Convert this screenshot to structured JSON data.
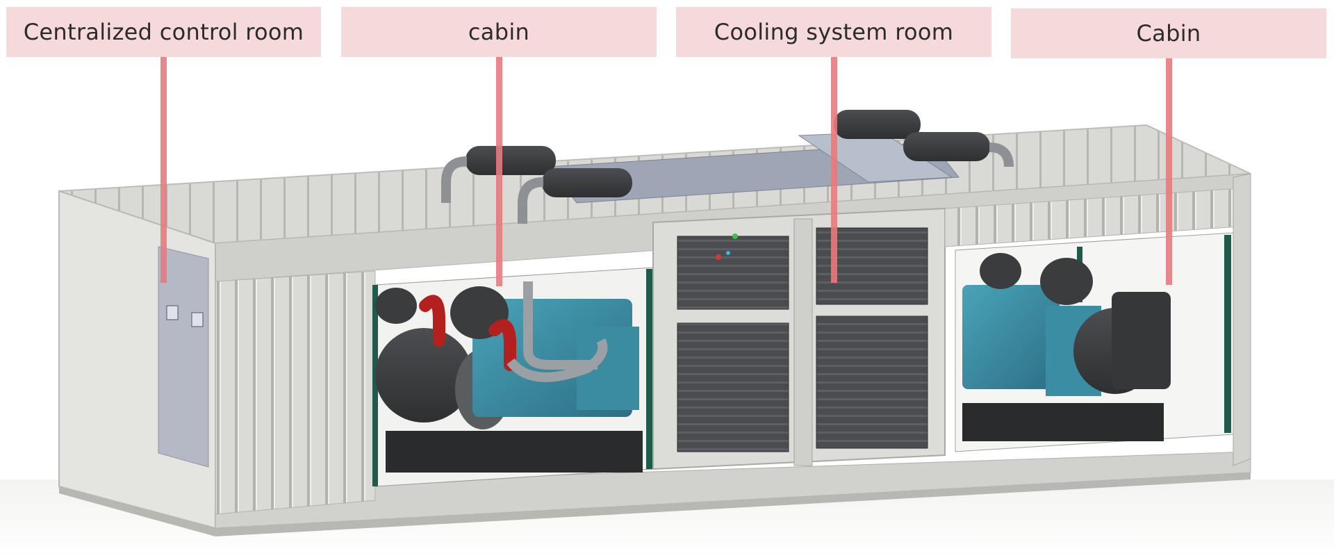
{
  "labels": [
    {
      "id": "control",
      "text": "Centralized control room"
    },
    {
      "id": "cabin-left",
      "text": "cabin"
    },
    {
      "id": "cooling",
      "text": "Cooling system room"
    },
    {
      "id": "cabin-right",
      "text": "Cabin"
    }
  ],
  "colors": {
    "label_bg": "#f6d9da",
    "leader_line": "#e57b80",
    "container_frame": "#d6d6d2",
    "engine_teal": "#3c8aa0",
    "pipe_red": "#b3201d",
    "door_green": "#1f5a4a"
  }
}
